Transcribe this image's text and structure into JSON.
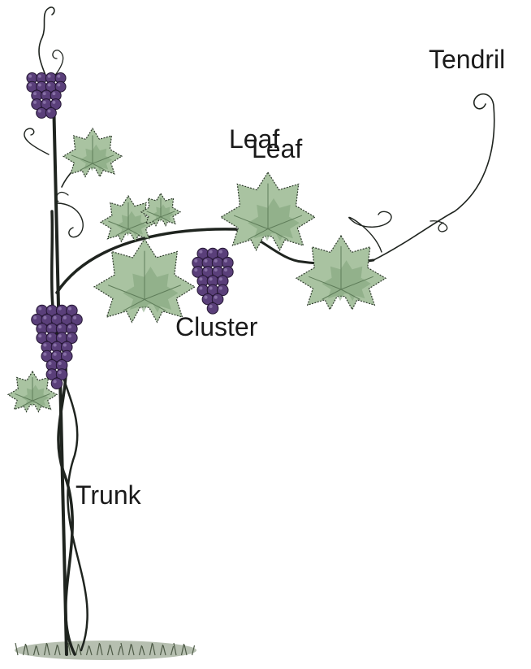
{
  "labels": {
    "tendril": "Tendril",
    "leaf_1": "Leaf",
    "leaf_2": "Leaf",
    "cluster": "Cluster",
    "trunk": "Trunk"
  },
  "colors": {
    "leaf_fill": "#a9c3a1",
    "leaf_shadow": "#7fa27a",
    "leaf_outline": "#2d3a2b",
    "grape_fill": "#5a3f7a",
    "grape_highlight": "#9a86b8",
    "grape_outline": "#241733",
    "vine_stroke": "#1f241f",
    "ground": "#7a8a70",
    "label_text": "#1a1a1a"
  },
  "icons": [
    "grape-vine-illustration",
    "grape-cluster-icon",
    "vine-leaf-icon",
    "tendril-curl-icon"
  ]
}
